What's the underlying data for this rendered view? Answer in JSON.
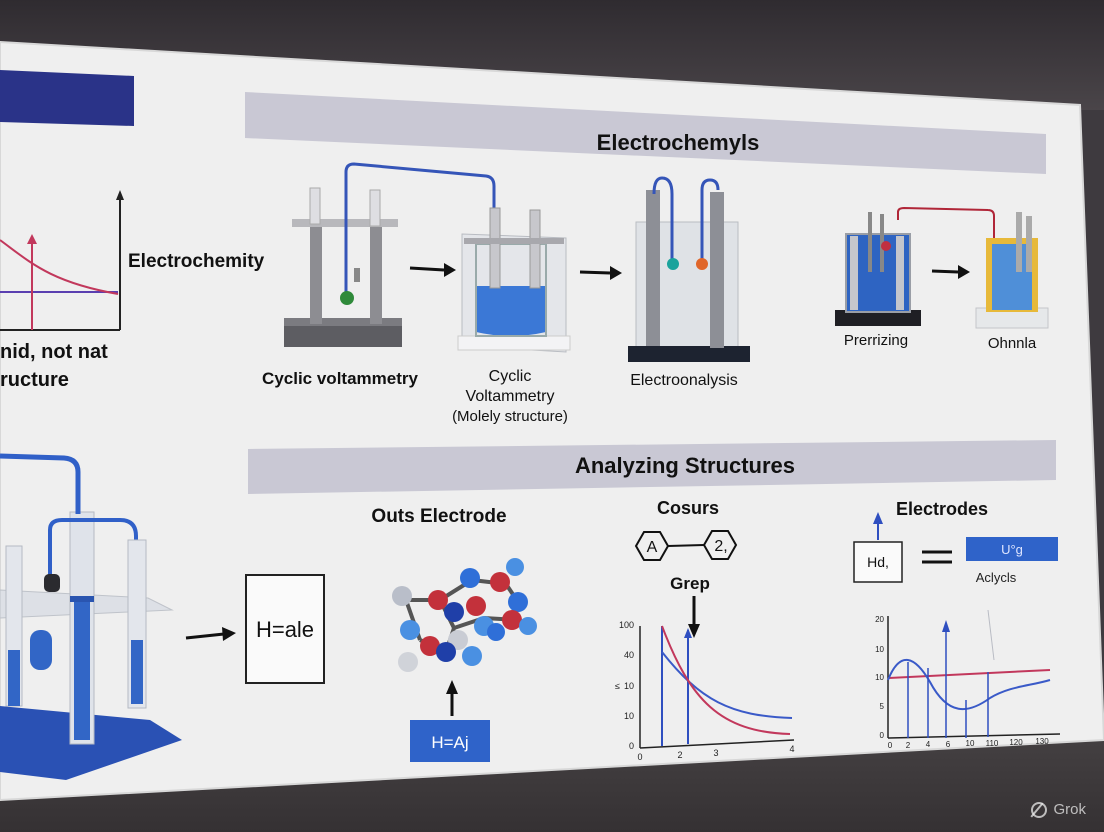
{
  "slide": {
    "top_banner_title": "Electrochemyls",
    "left_chart_label": "Electrochemity",
    "left_caption_line1": "nid, not nat",
    "left_caption_line2": "ructure",
    "steps": [
      {
        "label": "Cyclic voltammetry"
      },
      {
        "label_line1": "Cyclic",
        "label_line2": "Voltammetry",
        "label_line3": "(Molely structure)"
      },
      {
        "label": "Electroonalysis"
      },
      {
        "label": "Prerrizing"
      },
      {
        "label": "Ohnnla"
      }
    ],
    "bottom_banner_title": "Analyzing Structures",
    "box_equation": "H=ale",
    "outs_electrode_title": "Outs Electrode",
    "blue_tag": "H=Aj",
    "cosurs_title": "Cosurs",
    "hex_left": "A",
    "hex_right": "2,",
    "grep_label": "Grep",
    "electrodes_title": "Electrodes",
    "hd_box": "Hd,",
    "blue_rect_label": "U°g",
    "acylcls_label": "Aclycls"
  },
  "chart_left": {
    "y_ticks": [
      "100",
      "40",
      "10",
      "10",
      "0"
    ],
    "y_axis_tag": "≤",
    "x_ticks": [
      "0",
      "2",
      "3",
      "4"
    ]
  },
  "chart_right": {
    "y_ticks": [
      "20",
      "10",
      "10",
      "5",
      "0"
    ],
    "x_ticks": [
      "0",
      "2",
      "4",
      "6",
      "10",
      "110",
      "120",
      "130"
    ]
  },
  "watermark": "Grok",
  "colors": {
    "banner_navy": "#2a3388",
    "banner_gray": "#c9c8d4",
    "blue": "#2f63c9",
    "red": "#d0314a",
    "screen": "#eeeeee"
  }
}
